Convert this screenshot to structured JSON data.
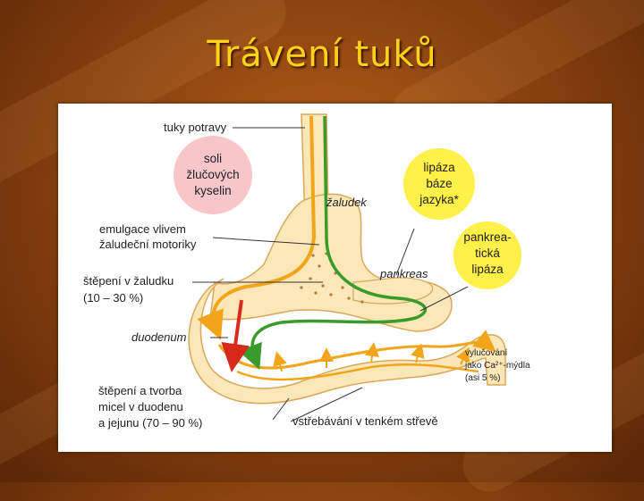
{
  "slide": {
    "title": "Trávení tuků"
  },
  "diagram": {
    "labels": {
      "tuky_potravy": "tuky potravy",
      "emulgace_1": "emulgace vlivem",
      "emulgace_2": "žaludeční motoriky",
      "stepeni_zaludek_1": "štěpení v žaludku",
      "stepeni_zaludek_2": "(10 – 30 %)",
      "duodenum": "duodenum",
      "stepeni_tvorba_1": "štěpení a tvorba",
      "stepeni_tvorba_2": "micel v duodenu",
      "stepeni_tvorba_3": "a jejunu (70 – 90 %)",
      "vstrebavani": "vstřebávání v tenkém střevě",
      "zaludek": "žaludek",
      "pankreas": "pankreas",
      "vylucovani_1": "vylučování",
      "vylucovani_2": "jako Ca²⁺-mýdla",
      "vylucovani_3": "(asi 5 %)"
    },
    "circles": {
      "soli": [
        "soli",
        "žlučových",
        "kyselin"
      ],
      "lipaza_baze": [
        "lipáza",
        "báze",
        "jazyka*"
      ],
      "pankreaticka": [
        "pankrea-",
        "tická",
        "lipáza"
      ]
    },
    "colors": {
      "slide_bg": "#8e4510",
      "title": "#ffd21a",
      "organ_fill": "#fbe7b8",
      "organ_stroke": "#d9a85a",
      "arrow_yellow": "#f2a51a",
      "arrow_green": "#3a9a2a",
      "arrow_red": "#d62a1a",
      "circle_pink": "#f6c6c9",
      "circle_yellow": "#fff04a"
    }
  }
}
